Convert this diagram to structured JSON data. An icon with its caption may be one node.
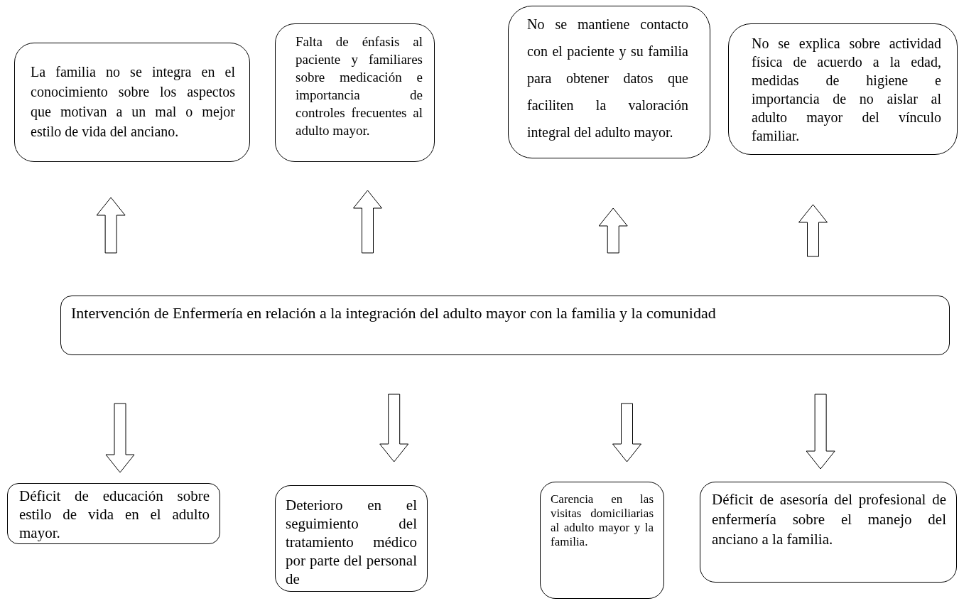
{
  "diagram": {
    "nodes": [
      {
        "text": [
          "La familia no se integra en el conocimiento sobre los aspectos que motivan a un mal o mejor estilo de vida del anciano."
        ]
      },
      {
        "text": [
          "Falta de énfasis al paciente y familiares sobre medicación e importancia de controles frecuentes al adulto mayor."
        ]
      },
      {
        "text": [
          "No se mantiene contacto con el paciente y su familia para obtener datos que faciliten la valoración integral del adulto mayor."
        ]
      },
      {
        "text": [
          "No se explica sobre actividad física de acuerdo a la edad, medidas de higiene e importancia de no aislar al adulto mayor del vínculo familiar."
        ]
      },
      {
        "text": [
          "Intervención de Enfermería en relación a la integración del adulto mayor con la familia y la comunidad"
        ]
      },
      {
        "text": [
          "Déficit de educación sobre estilo de vida en el adulto mayor."
        ]
      },
      {
        "text": [
          "Deterioro en el seguimiento del tratamiento médico por parte del personal de"
        ]
      },
      {
        "text": [
          "Carencia en las visitas domiciliarias al adulto mayor y la familia."
        ]
      },
      {
        "text": [
          "Déficit de asesoría del profesional de enfermería sobre el manejo del anciano a la familia."
        ]
      }
    ],
    "edges": [
      {
        "from": 4,
        "to": 0,
        "arrow": "to"
      },
      {
        "from": 4,
        "to": 1,
        "arrow": "to"
      },
      {
        "from": 4,
        "to": 2,
        "arrow": "to"
      },
      {
        "from": 4,
        "to": 3,
        "arrow": "to"
      },
      {
        "from": 4,
        "to": 5,
        "arrow": "to"
      },
      {
        "from": 4,
        "to": 6,
        "arrow": "to"
      },
      {
        "from": 4,
        "to": 7,
        "arrow": "to"
      },
      {
        "from": 4,
        "to": 8,
        "arrow": "to"
      }
    ]
  }
}
